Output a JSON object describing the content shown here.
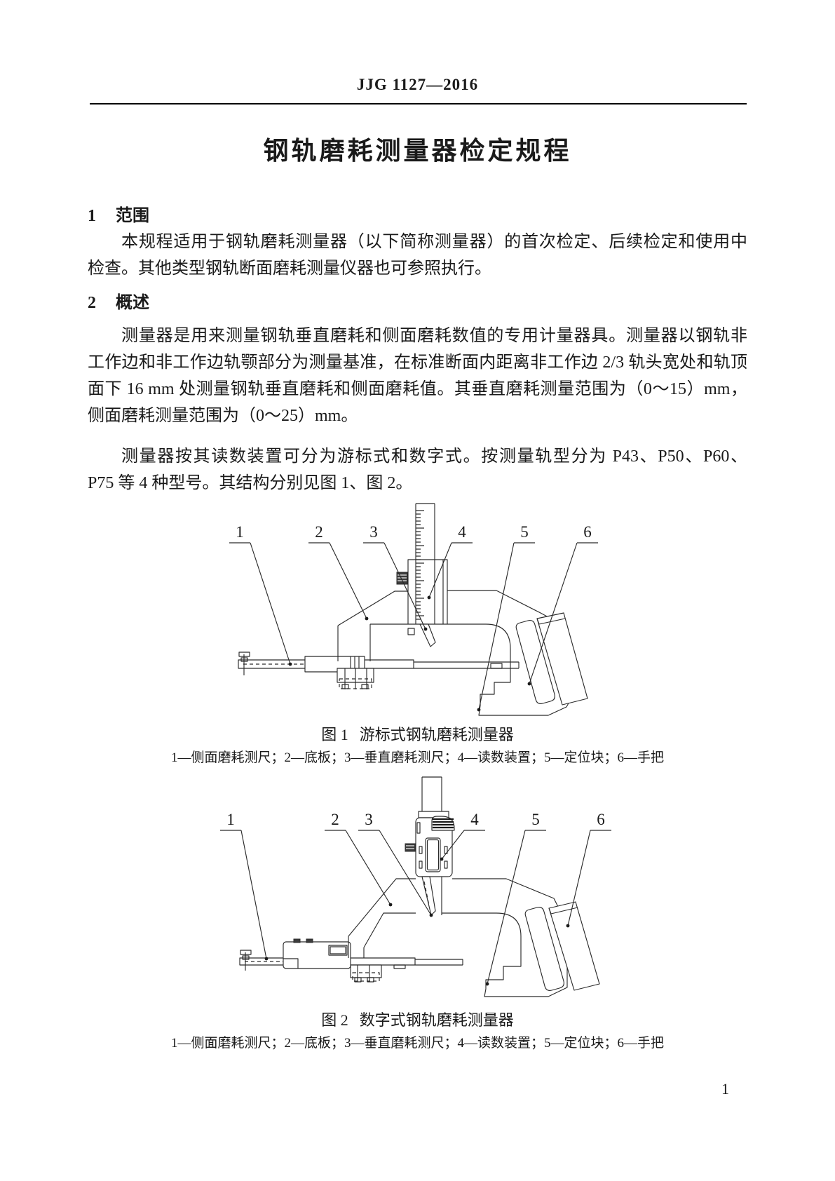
{
  "header": {
    "doc_code": "JJG 1127—2016"
  },
  "title": "钢轨磨耗测量器检定规程",
  "sections": [
    {
      "number": "1",
      "heading": "范围",
      "paragraphs": [
        {
          "lines": [
            "本规程适用于钢轨磨耗测量器（以下简称测量器）的首次检定、后续检定和使用中",
            "检查。其他类型钢轨断面磨耗测量仪器也可参照执行。"
          ]
        }
      ]
    },
    {
      "number": "2",
      "heading": "概述",
      "paragraphs": [
        {
          "lines": [
            "测量器是用来测量钢轨垂直磨耗和侧面磨耗数值的专用计量器具。测量器以钢轨非",
            "工作边和非工作边轨颚部分为测量基准，在标准断面内距离非工作边 2/3 轨头宽处和轨顶",
            "面下 16 mm 处测量钢轨垂直磨耗和侧面磨耗值。其垂直磨耗测量范围为（0～15）mm，",
            "侧面磨耗测量范围为（0～25）mm。"
          ]
        },
        {
          "lines": [
            "测量器按其读数装置可分为游标式和数字式。按测量轨型分为 P43、P50、P60、",
            "P75 等 4 种型号。其结构分别见图 1、图 2。"
          ]
        }
      ]
    }
  ],
  "figures": [
    {
      "label": "图 1",
      "title": "游标式钢轨磨耗测量器",
      "legend": "1—侧面磨耗测尺；2—底板；3—垂直磨耗测尺；4—读数装置；5—定位块；6—手把",
      "callouts": [
        "1",
        "2",
        "3",
        "4",
        "5",
        "6"
      ]
    },
    {
      "label": "图 2",
      "title": "数字式钢轨磨耗测量器",
      "legend": "1—侧面磨耗测尺；2—底板；3—垂直磨耗测尺；4—读数装置；5—定位块；6—手把",
      "callouts": [
        "1",
        "2",
        "3",
        "4",
        "5",
        "6"
      ]
    }
  ],
  "page_number": "1",
  "colors": {
    "ink": "#1a1a1a",
    "paper": "#ffffff"
  }
}
